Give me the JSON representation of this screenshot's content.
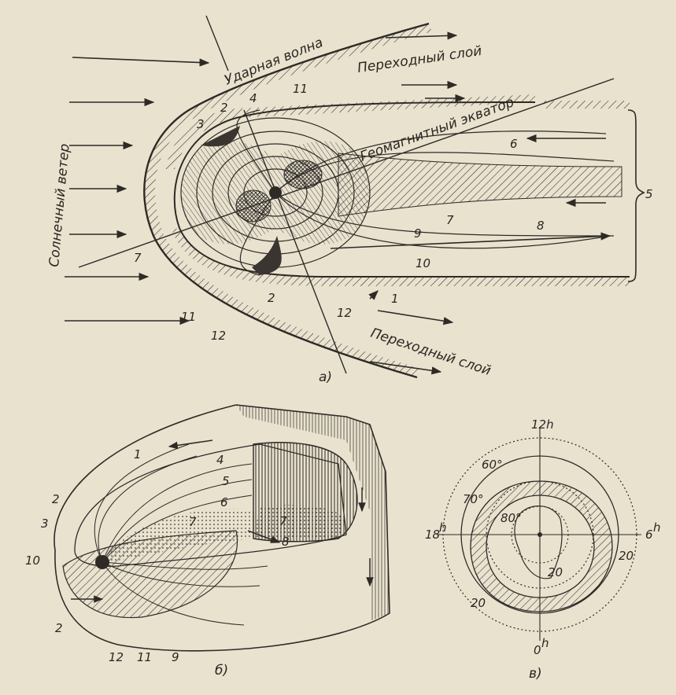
{
  "figure_a": {
    "caption": "а)",
    "shock_wave": "Ударная волна",
    "transition_layer_top": "Переходный слой",
    "transition_layer_bottom": "Переходный слой",
    "geomagnetic_equator": "Геомагнитный экватор",
    "solar_wind": "Солнечный ветер",
    "numbers": {
      "n1": "1",
      "n2a": "2",
      "n2b": "2",
      "n3": "3",
      "n4": "4",
      "n5": "5",
      "n6": "6",
      "n7a": "7",
      "n7b": "7",
      "n8": "8",
      "n9": "9",
      "n10": "10",
      "n11a": "11",
      "n11b": "11",
      "n12a": "12",
      "n12b": "12"
    }
  },
  "figure_b": {
    "caption": "б)",
    "numbers": {
      "n1": "1",
      "n2a": "2",
      "n2b": "2",
      "n3": "3",
      "n4": "4",
      "n5": "5",
      "n6": "6",
      "n7a": "7",
      "n7b": "7",
      "n8": "8",
      "n9": "9",
      "n10": "10",
      "n11": "11",
      "n12": "12"
    }
  },
  "figure_c": {
    "caption": "в)",
    "hour_top": "12h",
    "hour_left": "18",
    "hour_left_sup": "h",
    "hour_right": "6",
    "hour_right_sup": "h",
    "hour_bottom": "0",
    "hour_bottom_sup": "h",
    "lat_60": "60°",
    "lat_70": "70°",
    "lat_80": "80°",
    "contour_20_right": "20",
    "contour_20_inner": "20",
    "contour_20_bottom": "20"
  }
}
